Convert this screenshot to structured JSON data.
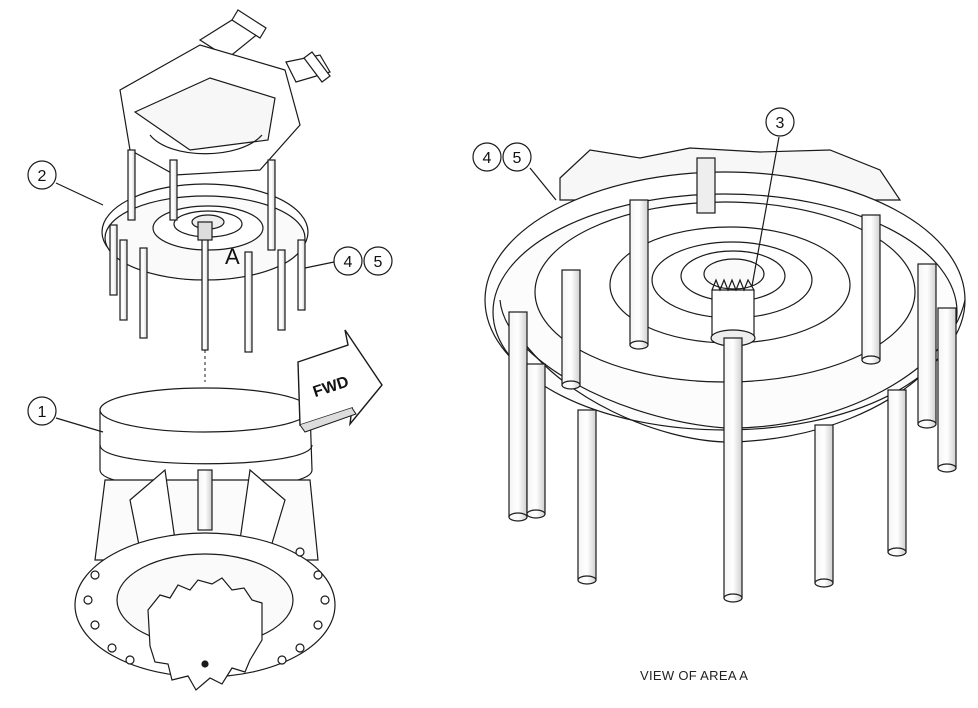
{
  "callouts": {
    "item1": "1",
    "item2": "2",
    "item3": "3",
    "item4": "4",
    "item5": "5"
  },
  "area_marker": "A",
  "direction_arrow": "FWD",
  "view_caption": "VIEW OF AREA A",
  "colors": {
    "line": "#1a1a1a",
    "paper": "#ffffff",
    "shade": "#d9d9d9"
  }
}
